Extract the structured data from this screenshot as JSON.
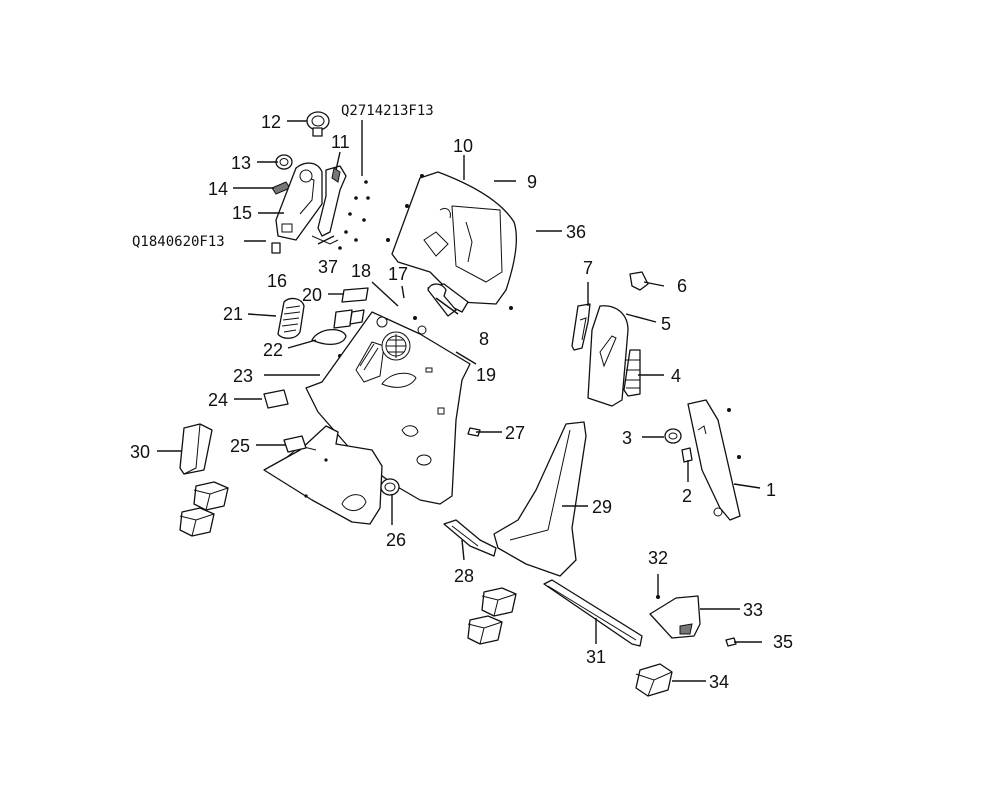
{
  "callouts": {
    "c1": "1",
    "c2": "2",
    "c3": "3",
    "c4": "4",
    "c5": "5",
    "c6": "6",
    "c7": "7",
    "c8": "8",
    "c9": "9",
    "c10": "10",
    "c11": "11",
    "c12": "12",
    "c13": "13",
    "c14": "14",
    "c15": "15",
    "c16": "16",
    "c17": "17",
    "c18": "18",
    "c19": "19",
    "c20": "20",
    "c21": "21",
    "c22": "22",
    "c23": "23",
    "c24": "24",
    "c25": "25",
    "c26": "26",
    "c27": "27",
    "c28": "28",
    "c29": "29",
    "c30": "30",
    "c31": "31",
    "c32": "32",
    "c33": "33",
    "c34": "34",
    "c35": "35",
    "c36": "36",
    "c37": "37"
  },
  "codes": {
    "bolt_top": "Q2714213F13",
    "bolt_left": "Q1840620F13"
  }
}
